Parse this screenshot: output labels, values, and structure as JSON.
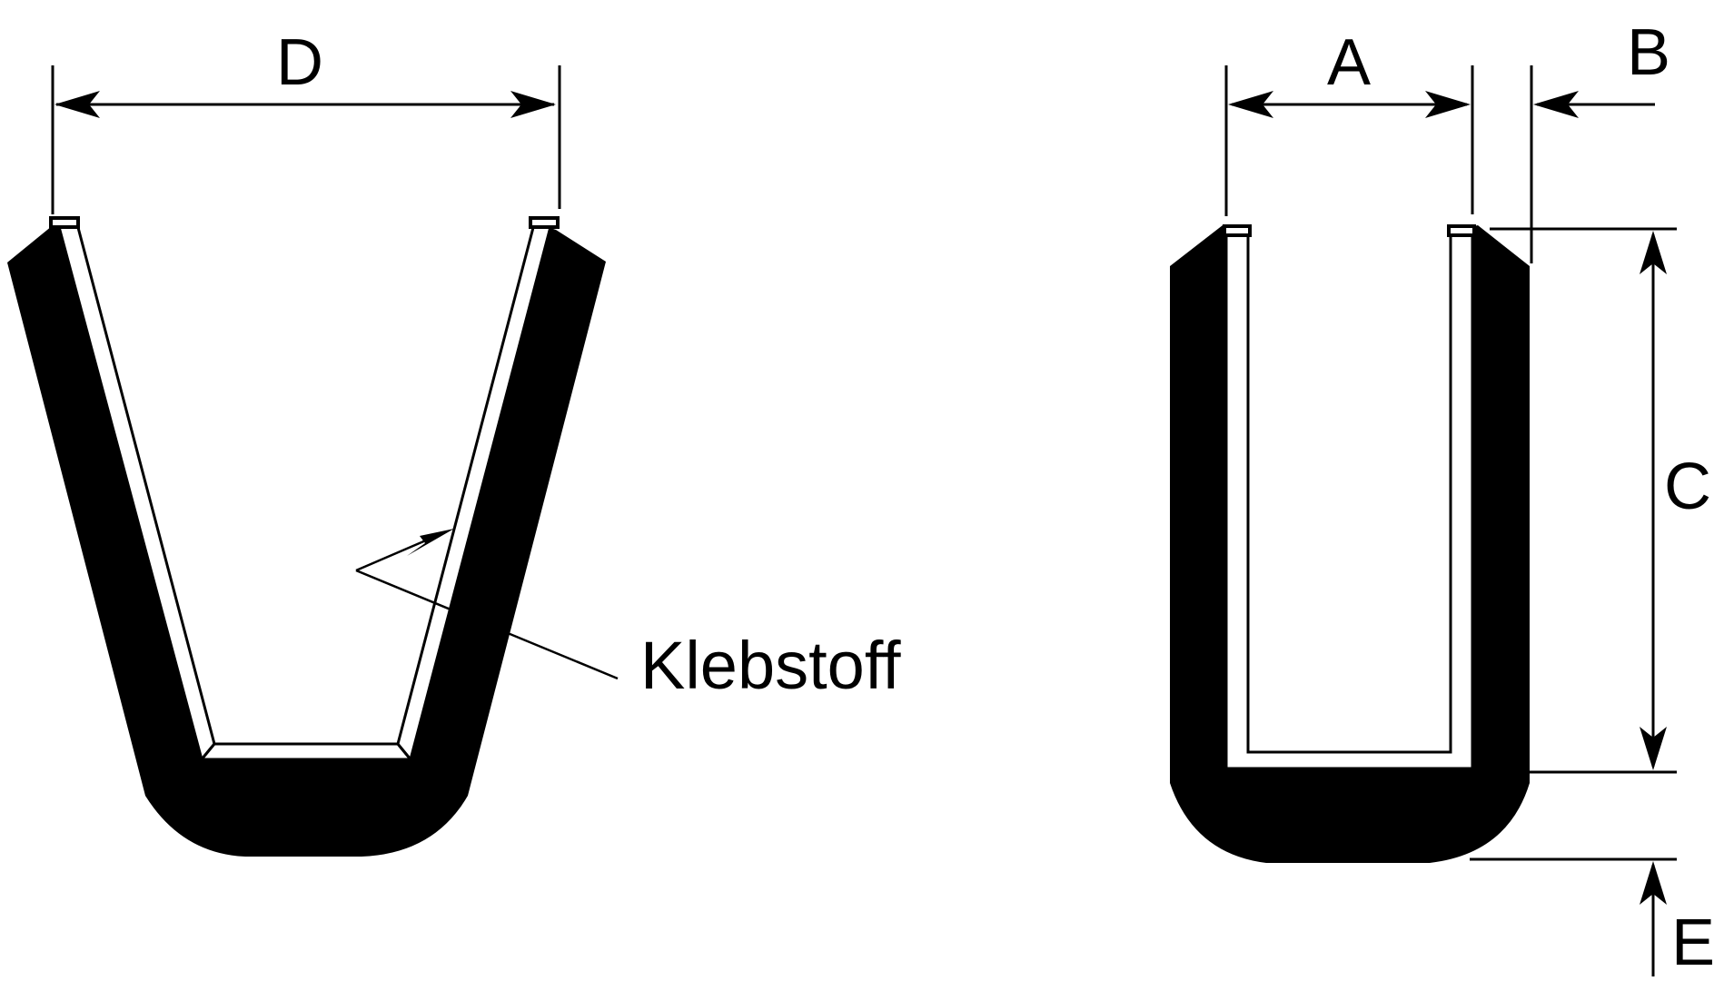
{
  "labels": {
    "dim_d": "D",
    "dim_a": "A",
    "dim_b": "B",
    "dim_c": "C",
    "dim_e": "E",
    "adhesive": "Klebstoff"
  },
  "colors": {
    "profile": "#000000",
    "background": "#ffffff"
  }
}
